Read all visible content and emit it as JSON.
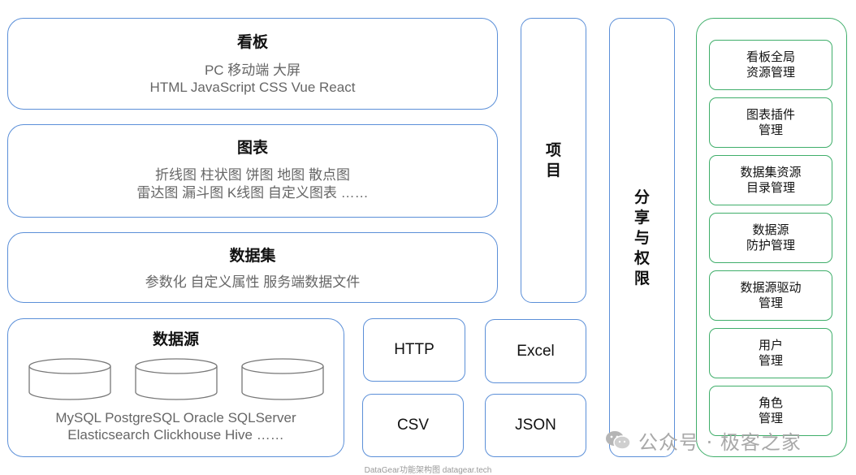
{
  "dashboard": {
    "title": "看板",
    "line1": "PC  移动端  大屏",
    "line2": "HTML JavaScript  CSS  Vue  React"
  },
  "chart": {
    "title": "图表",
    "line1": "折线图  柱状图  饼图  地图  散点图",
    "line2": "雷达图  漏斗图  K线图  自定义图表  ……"
  },
  "dataset": {
    "title": "数据集",
    "line1": "参数化  自定义属性  服务端数据文件"
  },
  "datasource": {
    "title": "数据源",
    "line1": "MySQL  PostgreSQL  Oracle  SQLServer",
    "line2": "Elasticsearch  Clickhouse  Hive  ……"
  },
  "project": {
    "chars": [
      "项",
      "目"
    ]
  },
  "share": {
    "chars": [
      "分",
      "享",
      "与",
      "权",
      "限"
    ]
  },
  "protocols": [
    "HTTP",
    "Excel",
    "CSV",
    "JSON"
  ],
  "management": [
    [
      "看板全局",
      "资源管理"
    ],
    [
      "图表插件",
      "管理"
    ],
    [
      "数据集资源",
      "目录管理"
    ],
    [
      "数据源",
      "防护管理"
    ],
    [
      "数据源驱动",
      "管理"
    ],
    [
      "用户",
      "管理"
    ],
    [
      "角色",
      "管理"
    ]
  ],
  "watermark": "公众号 · 极客之家",
  "footer": "DataGear功能架构图 datagear.tech"
}
